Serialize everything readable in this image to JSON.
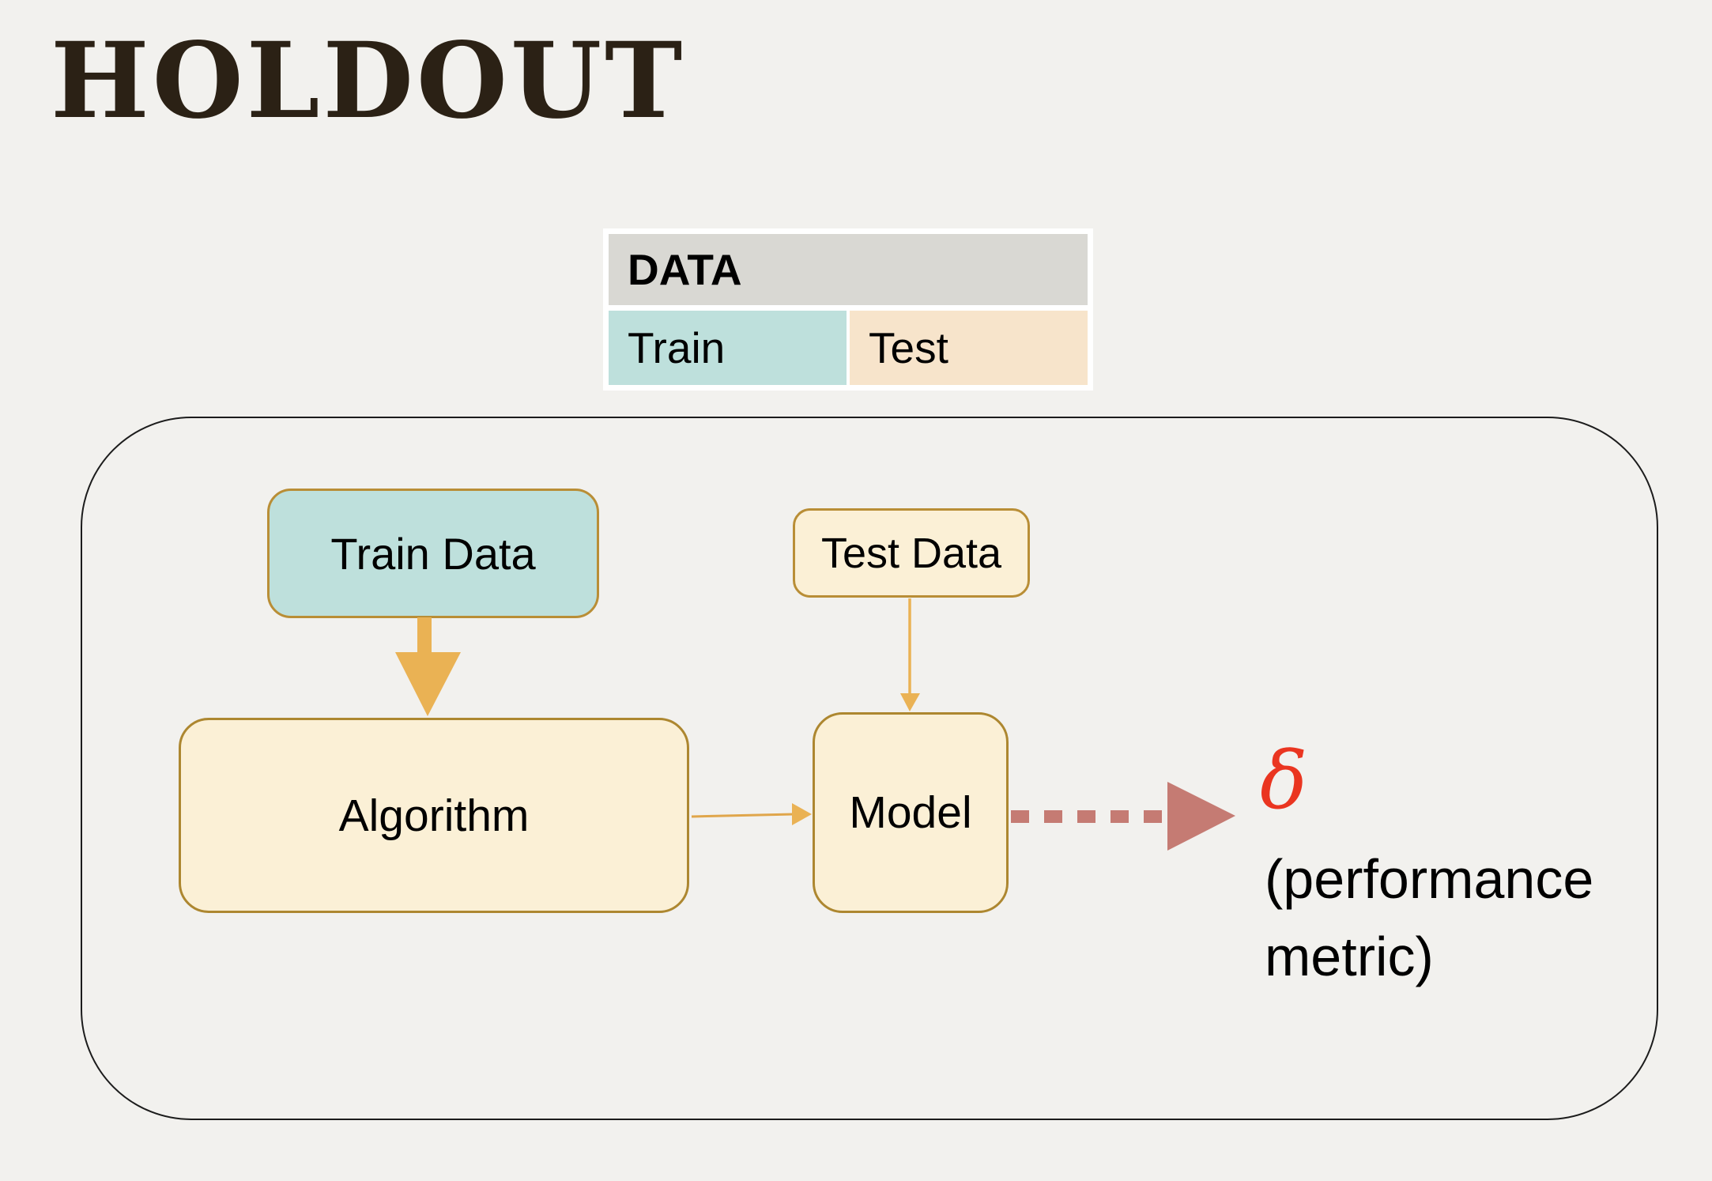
{
  "slide": {
    "title": "HOLDOUT"
  },
  "data_table": {
    "header_label": "DATA",
    "train_label": "Train",
    "test_label": "Test"
  },
  "flowchart": {
    "train_data_label": "Train Data",
    "test_data_label": "Test Data",
    "algorithm_label": "Algorithm",
    "model_label": "Model",
    "delta_symbol": "δ",
    "delta_caption": "(performance\nmetric)"
  },
  "colors": {
    "page_background": "#f2f1ee",
    "title_text": "#2b2115",
    "table_background": "#ffffff",
    "table_header_bg": "#d9d8d3",
    "train_bg": "#bee0dc",
    "test_bg": "#f7e4cb",
    "node_cream_bg": "#fbf0d6",
    "node_border_gold": "#b98e36",
    "arrow_gold": "#eab254",
    "arrow_dashed_salmon": "#c57b73",
    "delta_red": "#ea3520",
    "container_border": "#1c1c1c"
  }
}
